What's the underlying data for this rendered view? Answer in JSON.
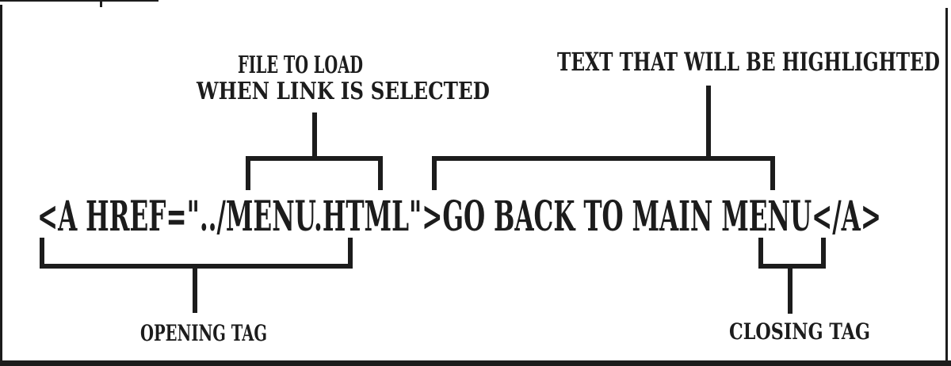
{
  "diagram": {
    "title_hint": "Anatomy of an HTML link tag",
    "code": "<A HREF=\"../MENU.HTML\">GO BACK TO MAIN MENU</A>",
    "labels": {
      "file_line1": "FILE TO LOAD",
      "file_line2": "WHEN LINK IS SELECTED",
      "highlight": "TEXT THAT WILL BE HIGHLIGHTED",
      "opening": "OPENING TAG",
      "closing": "CLOSING TAG"
    },
    "colors": {
      "ink": "#1c1c1c",
      "background": "#ffffff"
    }
  }
}
